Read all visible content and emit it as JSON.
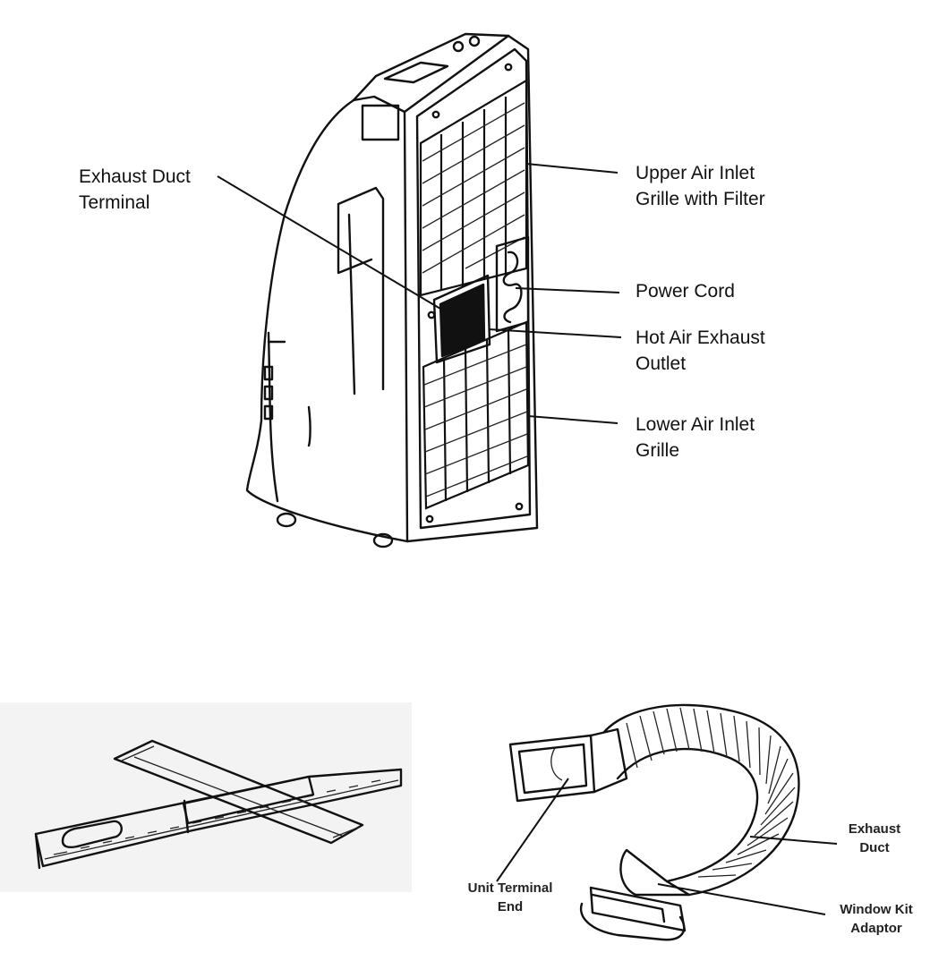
{
  "figure": {
    "labels": {
      "exhaust_duct_terminal": "Exhaust Duct\nTerminal",
      "upper_air_inlet": "Upper Air Inlet\nGrille with Filter",
      "power_cord": "Power Cord",
      "hot_air_exhaust": "Hot Air Exhaust\nOutlet",
      "lower_air_inlet": "Lower Air Inlet\nGrille",
      "exhaust_duct": "Exhaust\nDuct",
      "unit_terminal_end": "Unit Terminal\nEnd",
      "window_kit_adaptor": "Window Kit\nAdaptor"
    },
    "colors": {
      "ink": "#111111",
      "background": "#ffffff",
      "sketch_panel": "#f3f3f3"
    }
  }
}
